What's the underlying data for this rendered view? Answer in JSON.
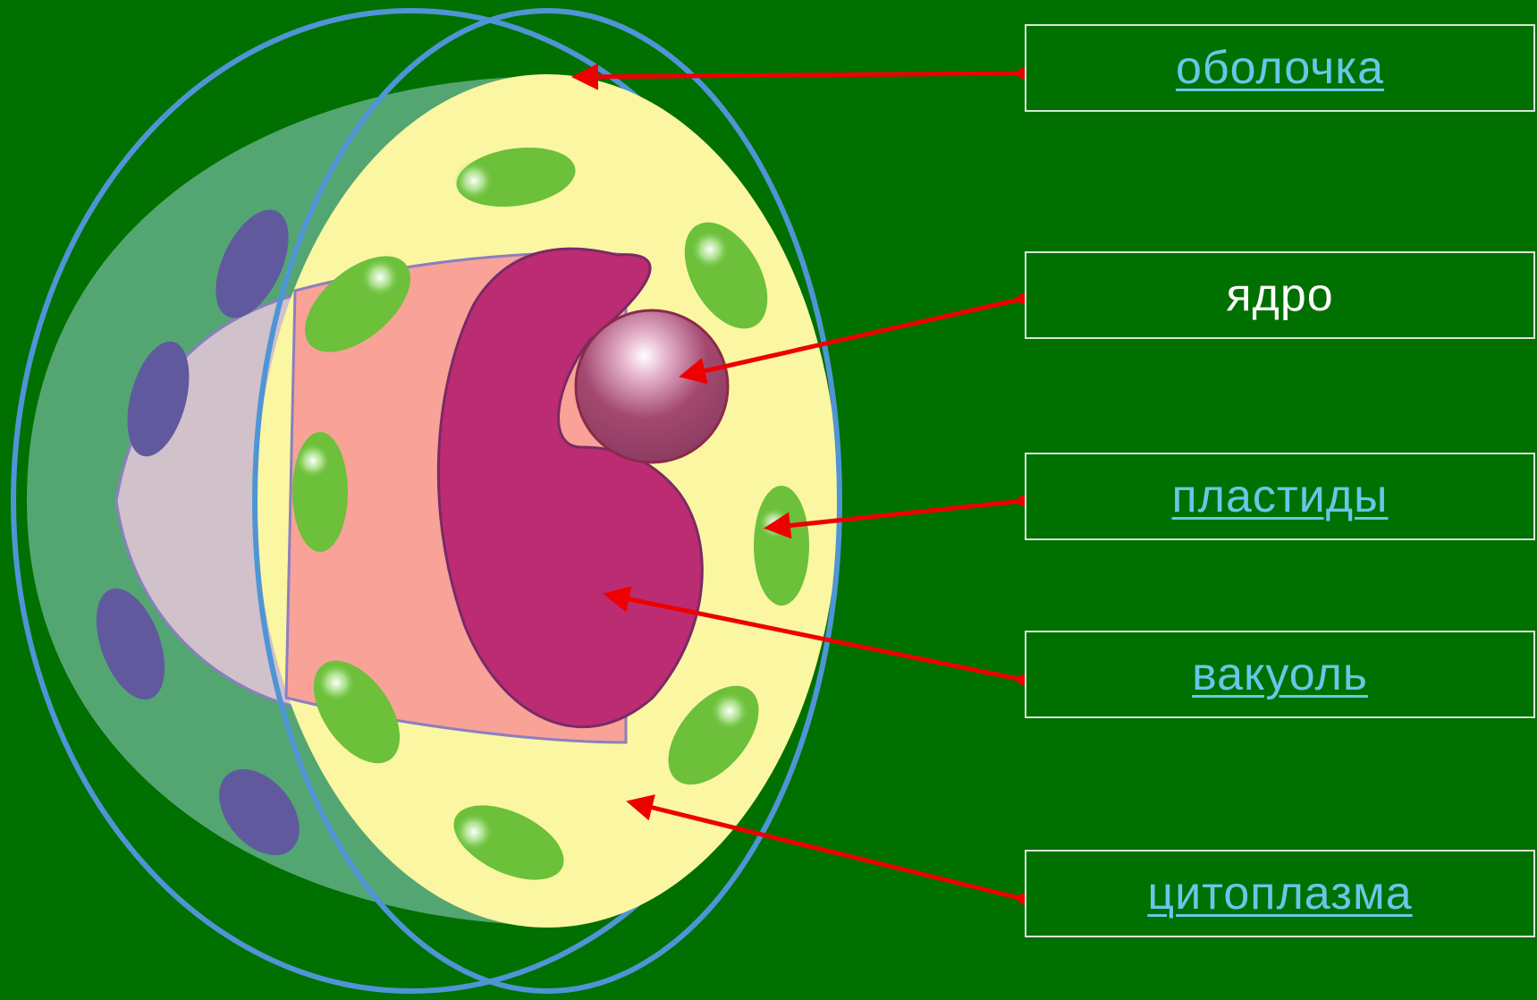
{
  "diagram": {
    "labels": {
      "membrane": "оболочка",
      "nucleus": "ядро",
      "plastids": "пластиды",
      "vacuole": "вакуоль",
      "cytoplasm": "цитоплазма"
    },
    "colors": {
      "background": "#007000",
      "cell_wall_outline": "#4f95d6",
      "cytoplasm": "#fbf6a1",
      "vacuole": "#bb2c73",
      "vacuole_cavity": "#f8a298",
      "nucleus": "#a0486e",
      "plastid": "#6cc03a",
      "arrow": "#ee0000",
      "link_text": "#66c8e8",
      "plain_text": "#ffffff"
    }
  }
}
